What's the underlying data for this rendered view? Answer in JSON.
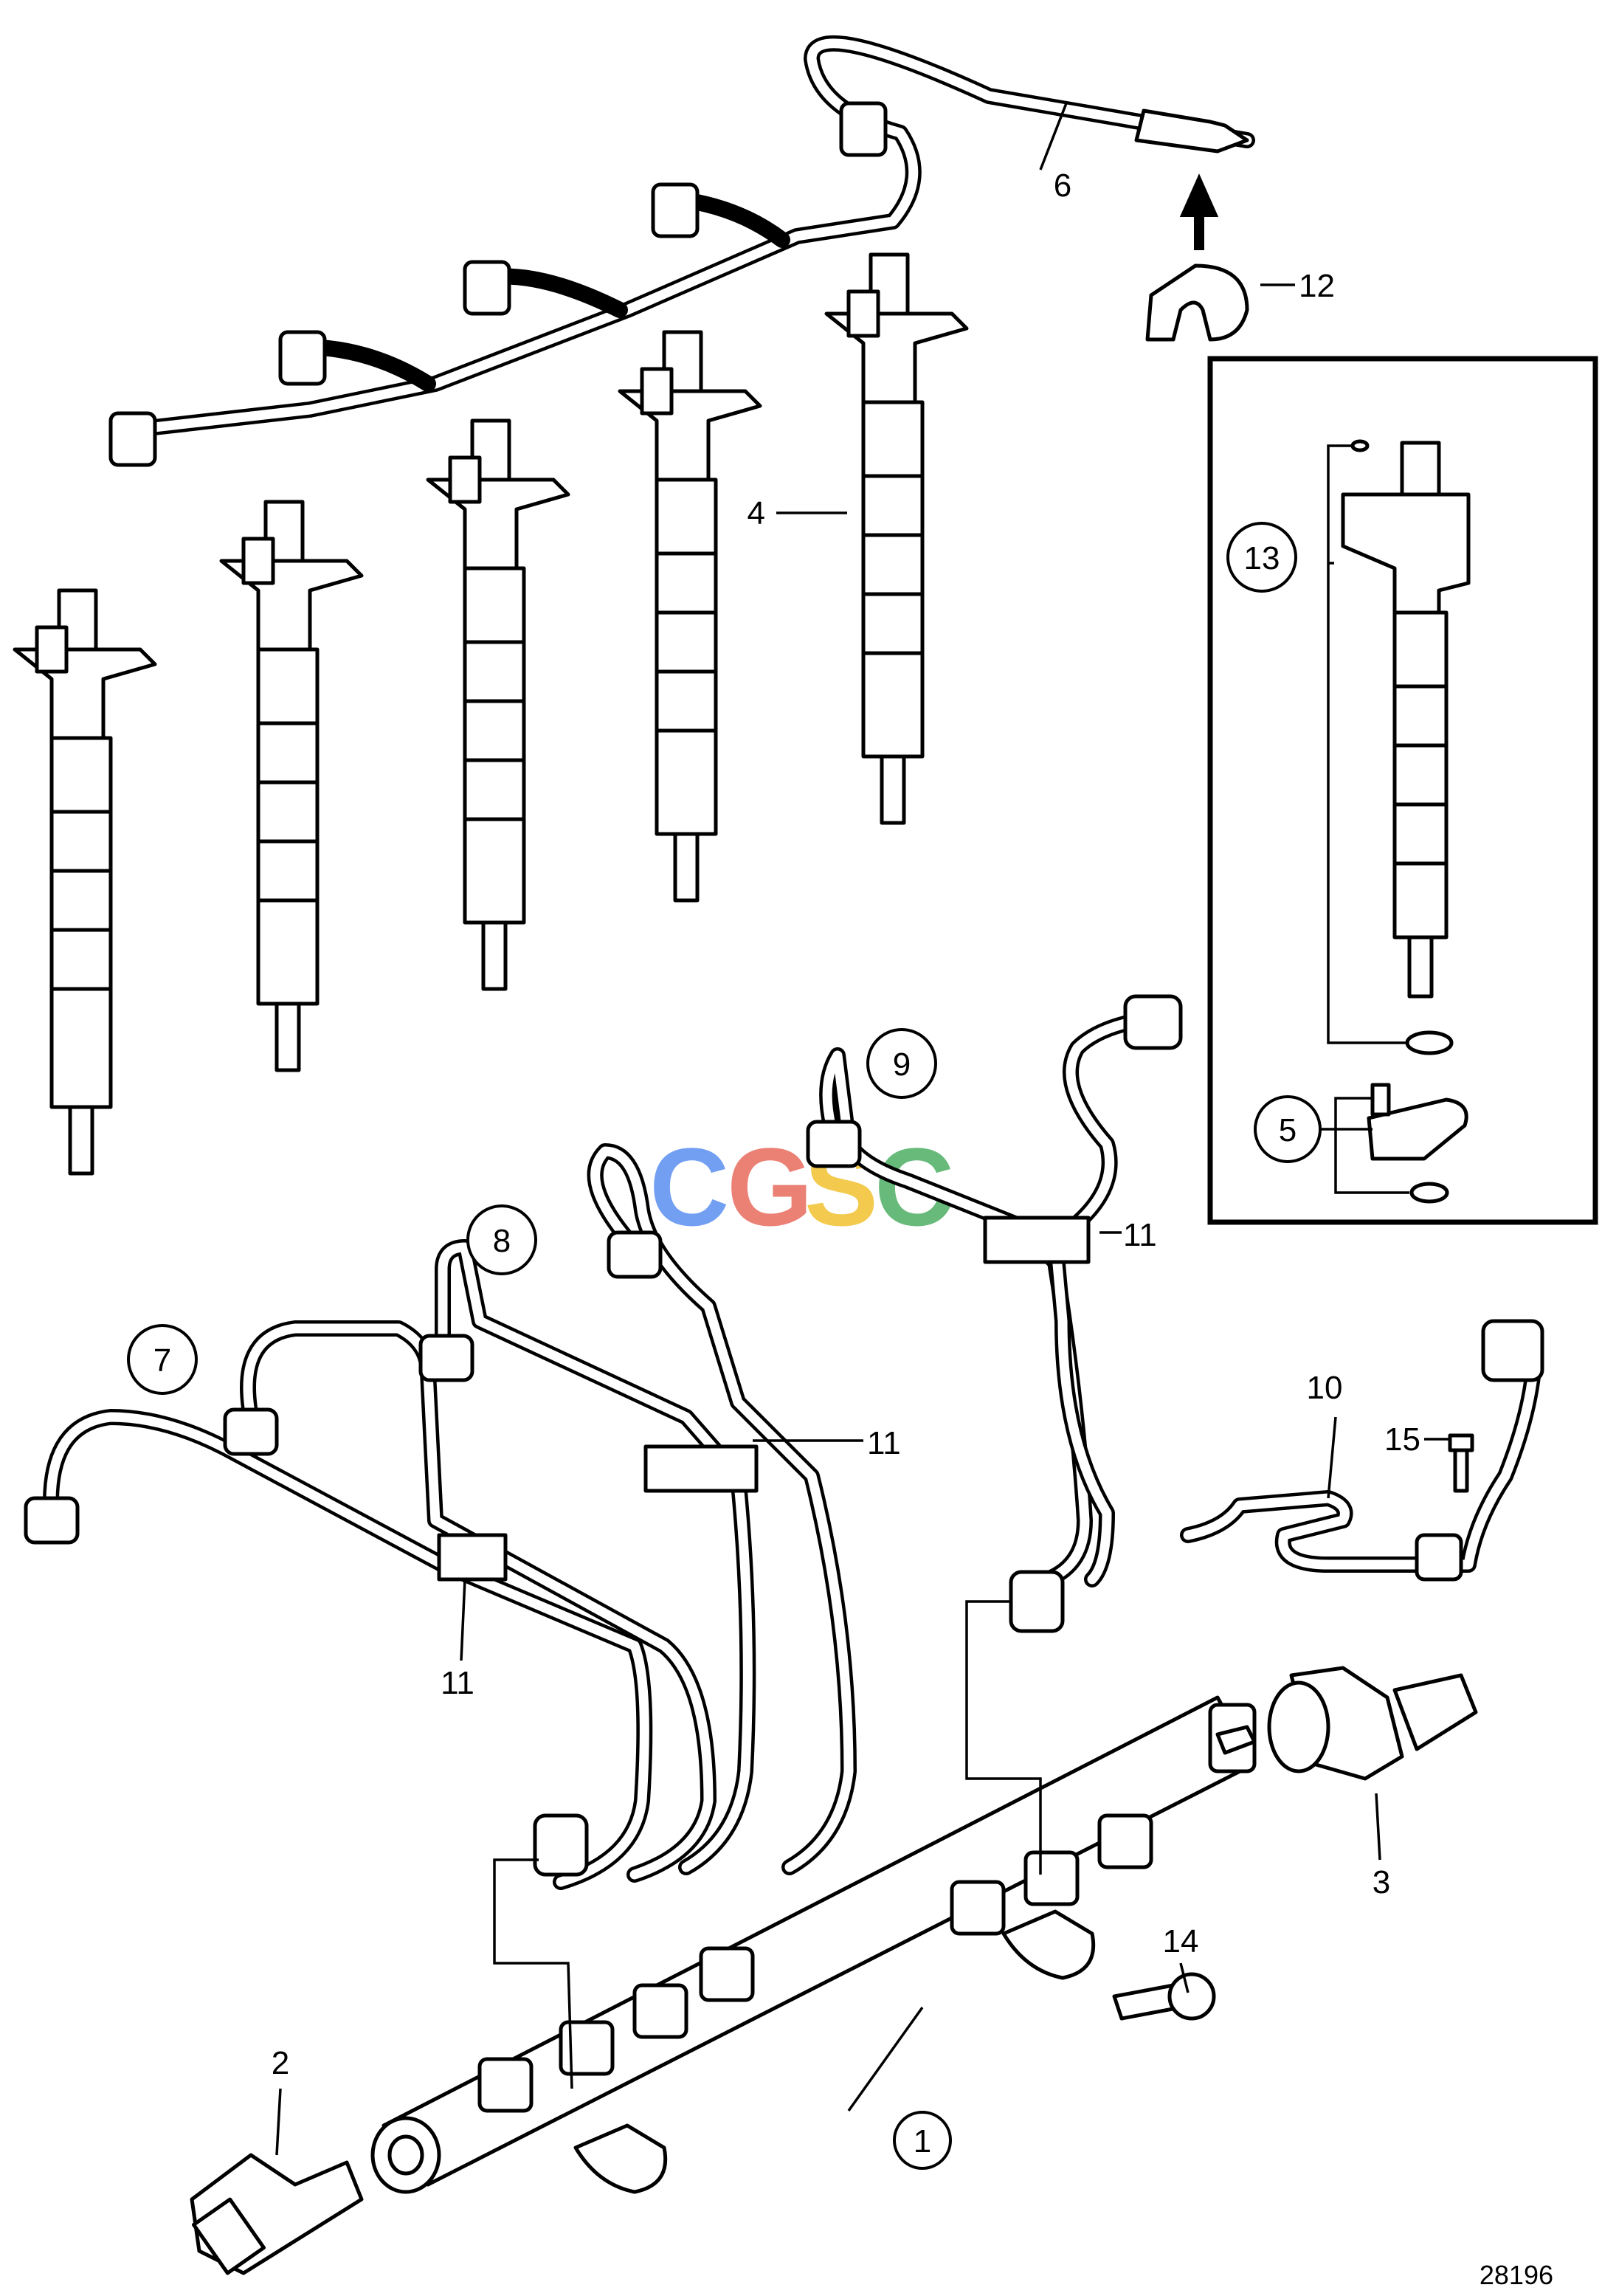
{
  "figure_number": "28196",
  "watermark": {
    "letters": [
      "C",
      "G",
      "S",
      "C"
    ],
    "colors": [
      "#5b8ff2",
      "#e86a5e",
      "#f2c12e",
      "#4dae63"
    ]
  },
  "callouts": {
    "c1": "1",
    "c2": "2",
    "c3": "3",
    "c4": "4",
    "c5": "5",
    "c6": "6",
    "c7": "7",
    "c8": "8",
    "c9": "9",
    "c10": "10",
    "c11a": "11",
    "c11b": "11",
    "c11c": "11",
    "c12": "12",
    "c13": "13",
    "c14": "14",
    "c15": "15"
  }
}
